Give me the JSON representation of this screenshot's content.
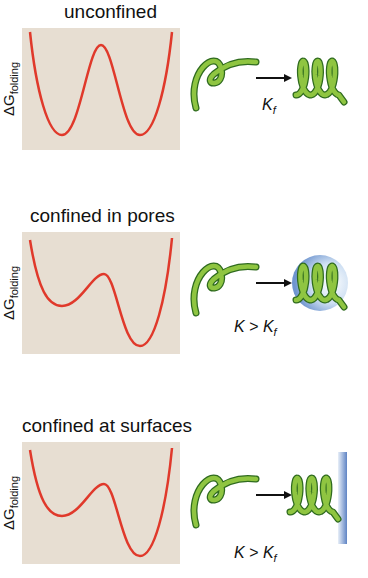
{
  "diagram": {
    "labels": [
      "unconfined",
      "ΔG",
      "folding",
      "K",
      "f",
      "confined in pores",
      "ΔG",
      "folding",
      "K > K",
      "f",
      "confined at surfaces",
      "ΔG",
      "folding",
      "K > K",
      "f"
    ]
  }
}
